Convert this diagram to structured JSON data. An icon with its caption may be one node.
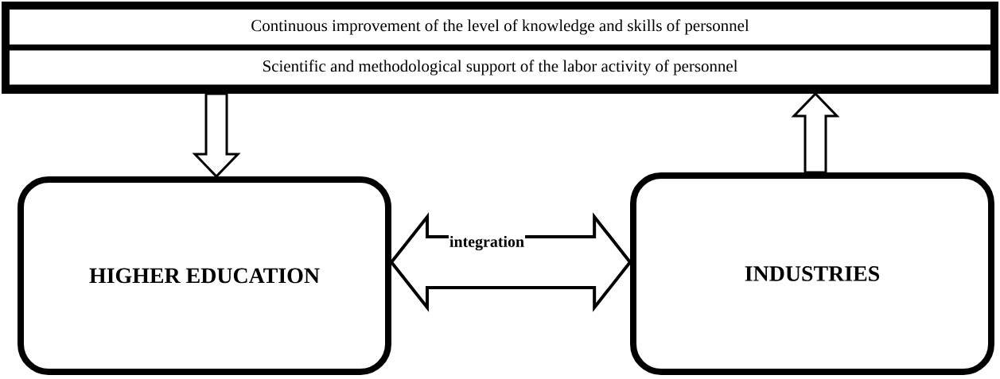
{
  "diagram": {
    "nodes": [
      {
        "text": [],
        "shape": "box"
      },
      {
        "text": [
          "Continuous improvement of the level of knowledge and skills of personnel"
        ],
        "in": 0
      },
      {
        "text": [
          "Scientific and methodological support of the labor activity of personnel"
        ],
        "in": 0
      },
      {
        "text": [
          "HIGHER EDUCATION"
        ]
      },
      {
        "text": [
          "INDUSTRIES"
        ]
      }
    ],
    "edges": [
      {
        "from": 0,
        "to": 3,
        "arrow": "to"
      },
      {
        "from": 3,
        "to": 4,
        "arrow": "both",
        "label": "integration"
      },
      {
        "from": 4,
        "to": 0,
        "arrow": "to"
      }
    ]
  }
}
